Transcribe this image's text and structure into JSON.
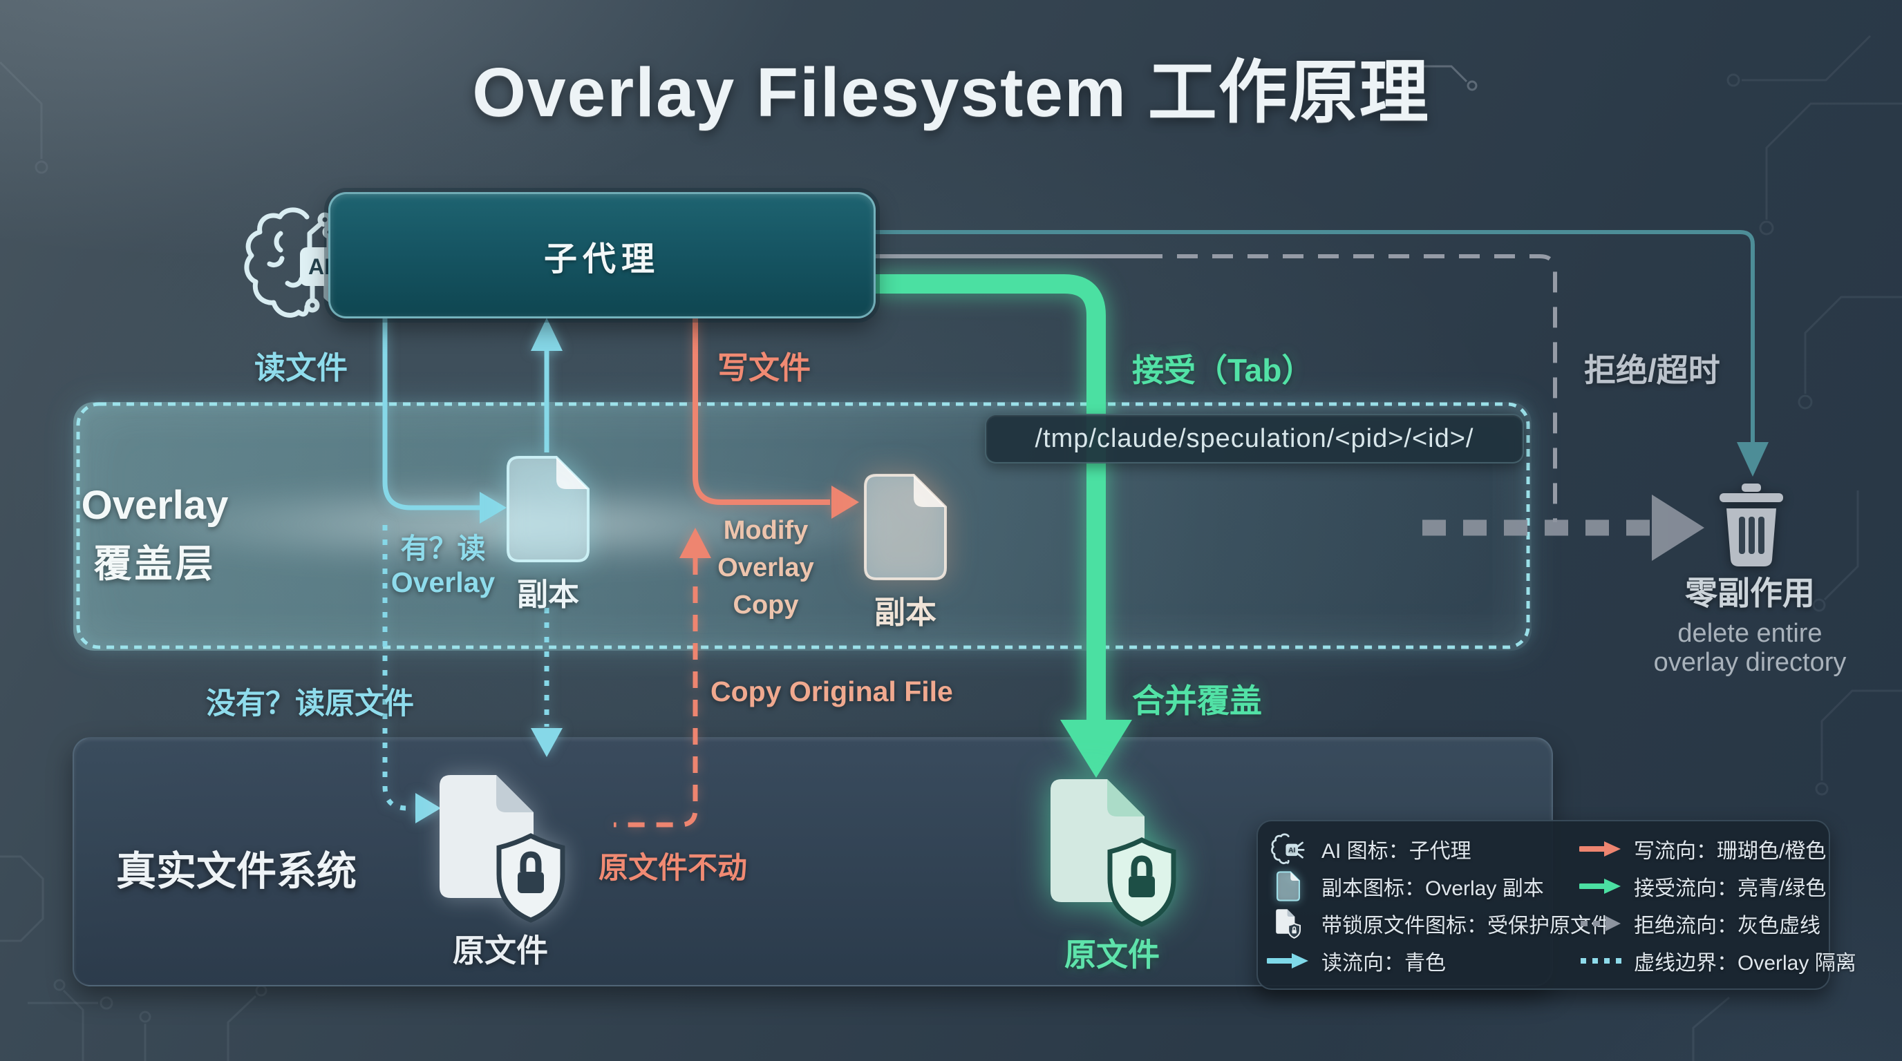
{
  "title": "Overlay Filesystem 工作原理",
  "agent_box": {
    "label": "子代理"
  },
  "edge_labels": {
    "read": "读文件",
    "write": "写文件",
    "accept": "接受（Tab）",
    "reject_timeout": "拒绝/超时",
    "have_read_line1": "有？读",
    "have_read_line2": "Overlay",
    "no_read_original": "没有？读原文件",
    "modify_line1": "Modify",
    "modify_line2": "Overlay",
    "modify_line3": "Copy",
    "copy_original_file": "Copy Original File",
    "original_unmoved": "原文件不动",
    "merge_overwrite": "合并覆盖"
  },
  "overlay_layer": {
    "title_en": "Overlay",
    "title_zh": "覆盖层",
    "path": "/tmp/claude/speculation/<pid>/<id>/",
    "copy1_label": "副本",
    "copy2_label": "副本"
  },
  "real_fs": {
    "label": "真实文件系统",
    "original1_label": "原文件",
    "original2_label": "原文件"
  },
  "trash": {
    "zh": "零副作用",
    "en_line1": "delete entire",
    "en_line2": "overlay directory"
  },
  "legend": {
    "items": [
      {
        "icon": "ai-brain-icon",
        "label": "AI 图标：子代理"
      },
      {
        "icon": "copy-file-icon",
        "label": "副本图标：Overlay 副本"
      },
      {
        "icon": "locked-file-icon",
        "label": "带锁原文件图标：受保护原文件"
      },
      {
        "icon": "read-arrow-icon",
        "label": "读流向：青色"
      },
      {
        "icon": "write-arrow-icon",
        "label": "写流向：珊瑚色/橙色"
      },
      {
        "icon": "accept-arrow-icon",
        "label": "接受流向：亮青/绿色"
      },
      {
        "icon": "reject-arrow-icon",
        "label": "拒绝流向：灰色虚线"
      },
      {
        "icon": "boundary-dotted-icon",
        "label": "虚线边界：Overlay 隔离"
      }
    ]
  },
  "colors": {
    "read_cyan": "#8fdcec",
    "write_coral": "#f08a73",
    "accept_green": "#52e2a6",
    "reject_gray": "#9aa1ab",
    "agent_teal": "#165563",
    "background": "#31414f"
  }
}
